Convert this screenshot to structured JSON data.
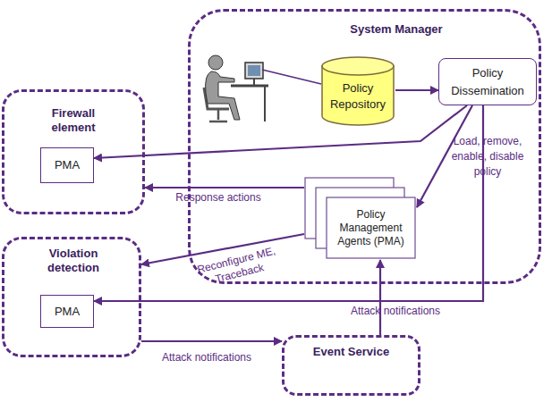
{
  "diagram": {
    "nodes": [
      {
        "text": [
          "System Manager"
        ]
      },
      {
        "text": [
          "Policy Repository"
        ],
        "in": 0
      },
      {
        "text": [
          "Policy Dissemination"
        ],
        "in": 0
      },
      {
        "text": [
          "Policy Management Agents (PMA)"
        ],
        "in": 0
      },
      {
        "text": [
          "Firewall element"
        ]
      },
      {
        "text": [
          "PMA"
        ],
        "in": 4
      },
      {
        "text": [
          "Violation detection"
        ]
      },
      {
        "text": [
          "PMA"
        ],
        "in": 6
      },
      {
        "text": [
          "Event Service"
        ]
      }
    ],
    "edges": [
      {
        "from": 1,
        "to": 2,
        "arrow": "to"
      },
      {
        "from": 2,
        "to": 5,
        "arrow": "to"
      },
      {
        "from": 2,
        "to": 3,
        "arrow": "to"
      },
      {
        "from": 2,
        "to": 7,
        "arrow": "to"
      },
      {
        "from": 3,
        "to": 4,
        "label": "Response actions",
        "arrow": "to"
      },
      {
        "from": 3,
        "to": 6,
        "label": "Reconfigure ME, Traceback",
        "arrow": "to"
      },
      {
        "from": 8,
        "to": 3,
        "label": "Attack notifications",
        "arrow": "to"
      },
      {
        "from": 6,
        "to": 8,
        "label": "Attack notifications",
        "arrow": "to"
      }
    ],
    "labels": [
      "Load, remove, enable, disable policy"
    ]
  }
}
